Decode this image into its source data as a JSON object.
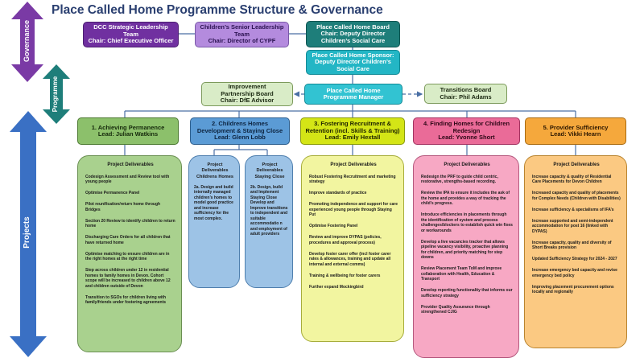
{
  "title": "Place Called Home Programme Structure & Governance",
  "side_labels": {
    "governance": "Governance",
    "programme": "Programme",
    "projects": "Projects"
  },
  "boards": {
    "dcc": {
      "line1": "DCC Strategic Leadership",
      "line2": "Team",
      "line3": "Chair: Chief Executive Officer"
    },
    "senior": {
      "line1": "Children’s Senior Leadership",
      "line2": "Team",
      "line3": "Chair: Director of CYPF"
    },
    "pch_board": {
      "line1": "Place Called Home Board",
      "line2": "Chair: Deputy Director",
      "line3": "Children’s Social Care"
    },
    "sponsor": {
      "line1": "Place Called Home Sponsor:",
      "line2": "Deputy Director Children’s",
      "line3": "Social Care"
    },
    "manager": {
      "line1": "Place Called Home",
      "line2": "Programme Manager"
    },
    "improvement": {
      "line1": "Improvement",
      "line2": "Partnership Board",
      "line3": "Chair: DfE Advisor"
    },
    "transitions": {
      "line1": "Transitions Board",
      "line2": "Chair: Phil Adams"
    }
  },
  "workstreams": [
    {
      "line1": "1. Achieving Permanence",
      "line2": "Lead: Julian Watkins"
    },
    {
      "line1": "2. Childrens Homes",
      "line2": "Development & Staying Close",
      "line3": "Lead: Glenn Lobb"
    },
    {
      "line1": "3. Fostering Recruitment &",
      "line2": "Retention (incl. Skills & Training)",
      "line3": "Lead: Emily Hextall"
    },
    {
      "line1": "4. Finding Homes for Children",
      "line2": "Redesign",
      "line3": "Lead: Yvonne Short"
    },
    {
      "line1": "5. Provider Sufficiency",
      "line2": "Lead: Vikki Hearn"
    }
  ],
  "deliverables": {
    "heading": "Project Deliverables",
    "ws1": [
      "Codesign Assessment and Review tool with young people",
      "Optimise Permanence Panel",
      "Pilot reunification/return home through Bridges",
      "Section 20 Review to identify children to return home",
      "Discharging Care Orders for all children that have returned home",
      "Optimise matching to ensure children are in the right homes at the right time",
      "Step across children under 12 in residential homes to family homes in Devon. Cohort scope will be increased to children above 12 and children outside of Devon",
      "Transition to SGOs for children living with family/friends under fostering agreements"
    ],
    "ws2a_heading": "Project Deliverables Childrens Homes",
    "ws2a": [
      "2a. Design and build internally managed children’s homes to model good practice and increase sufficiency for the most complex."
    ],
    "ws2b_heading": "Project Deliverables Staying Close",
    "ws2b": [
      "2b. Design, build and Implement Staying Close Develop and Improve transitions to independent and suitable accommodatio n and employment of adult providers"
    ],
    "ws3": [
      "Robust Fostering Recruitment and marketing strategy",
      "Improve standards of practice",
      "Promoting independence and support for care experienced young people through Staying Put",
      "Optimise Fostering Panel",
      "Review and improve DYPAS (policies, procedures and approval process)",
      "Develop foster carer offer (incl foster carer rates & allowances, training and update all internal and external comms)",
      "Training & wellbeing for foster carers",
      "Further expand Mockingbird"
    ],
    "ws4": [
      "Redesign the PRF to guide child centric, restorative, strengths-based recording.",
      "Review the IPA to ensure it includes the ask of the home and provides a way of tracking the child’s progress.",
      "Introduce efficiencies in placements through the identification of system and process challenges/blockers to establish quick win fixes or workarounds",
      "Develop a live vacancies tracker that allows pipeline vacancy visibility, proactive planning for children, and priority matching for step downs",
      "Review Placement Team ToM and improve collaboration with Health, Education & Transport",
      "Develop reporting functionality that informs our sufficiency strategy",
      "Provider Quality Assurance through strengthened CJIG"
    ],
    "ws5": [
      "Increase capacity & quality of Residential Care Placements for Devon Children",
      "Increased capacity and quality of placements for Complex Needs (Children with Disabilities)",
      "Increase sufficiency & specialisms of IFA’s",
      "Increase supported and semi-independent accommodation for post 16 (linked with DYPAS)",
      "Increase capacity, quality and diversity of Short Breaks provision",
      "Updated Sufficiency Strategy for 2024 - 2027",
      "Increase emergency bed capacity and revise emergency bed policy",
      "Improving placement procurement options locally and regionally"
    ]
  },
  "colors": {
    "governance_arrow": "#7a3aa5",
    "programme_arrow": "#1e7e7a",
    "projects_arrow": "#3a70c4"
  }
}
